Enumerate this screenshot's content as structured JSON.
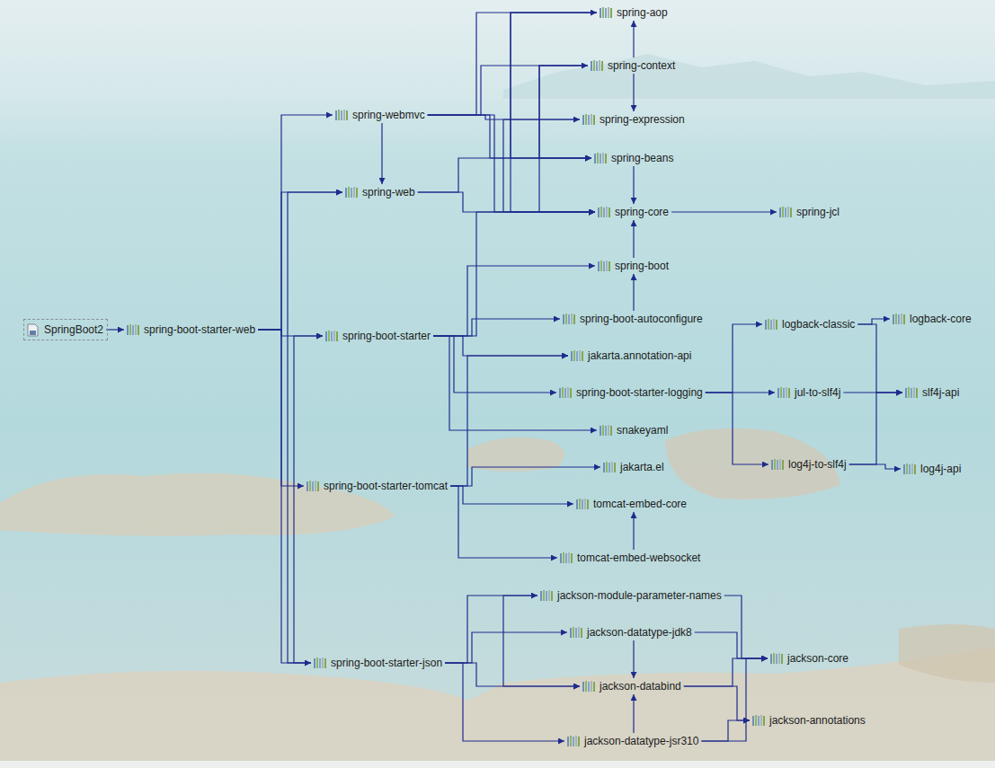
{
  "diagram": {
    "nodes": [
      {
        "text": [
          "SpringBoot2"
        ]
      },
      {
        "text": [
          "spring-boot-starter-web"
        ]
      },
      {
        "text": [
          "spring-webmvc"
        ]
      },
      {
        "text": [
          "spring-web"
        ]
      },
      {
        "text": [
          "spring-boot-starter"
        ]
      },
      {
        "text": [
          "spring-boot-starter-tomcat"
        ]
      },
      {
        "text": [
          "spring-boot-starter-json"
        ]
      },
      {
        "text": [
          "spring-aop"
        ]
      },
      {
        "text": [
          "spring-context"
        ]
      },
      {
        "text": [
          "spring-expression"
        ]
      },
      {
        "text": [
          "spring-beans"
        ]
      },
      {
        "text": [
          "spring-core"
        ]
      },
      {
        "text": [
          "spring-jcl"
        ]
      },
      {
        "text": [
          "spring-boot"
        ]
      },
      {
        "text": [
          "spring-boot-autoconfigure"
        ]
      },
      {
        "text": [
          "jakarta.annotation-api"
        ]
      },
      {
        "text": [
          "spring-boot-starter-logging"
        ]
      },
      {
        "text": [
          "snakeyaml"
        ]
      },
      {
        "text": [
          "jakarta.el"
        ]
      },
      {
        "text": [
          "tomcat-embed-core"
        ]
      },
      {
        "text": [
          "tomcat-embed-websocket"
        ]
      },
      {
        "text": [
          "logback-classic"
        ]
      },
      {
        "text": [
          "logback-core"
        ]
      },
      {
        "text": [
          "jul-to-slf4j"
        ]
      },
      {
        "text": [
          "slf4j-api"
        ]
      },
      {
        "text": [
          "log4j-to-slf4j"
        ]
      },
      {
        "text": [
          "log4j-api"
        ]
      },
      {
        "text": [
          "jackson-module-parameter-names"
        ]
      },
      {
        "text": [
          "jackson-datatype-jdk8"
        ]
      },
      {
        "text": [
          "jackson-core"
        ]
      },
      {
        "text": [
          "jackson-databind"
        ]
      },
      {
        "text": [
          "jackson-annotations"
        ]
      },
      {
        "text": [
          "jackson-datatype-jsr310"
        ]
      }
    ],
    "edges": [
      {
        "from": 0,
        "to": 1,
        "arrow": "to"
      },
      {
        "from": 1,
        "to": 2,
        "arrow": "to"
      },
      {
        "from": 1,
        "to": 3,
        "arrow": "to"
      },
      {
        "from": 1,
        "to": 4,
        "arrow": "to"
      },
      {
        "from": 1,
        "to": 5,
        "arrow": "to"
      },
      {
        "from": 1,
        "to": 6,
        "arrow": "to"
      },
      {
        "from": 2,
        "to": 7,
        "arrow": "to"
      },
      {
        "from": 2,
        "to": 8,
        "arrow": "to"
      },
      {
        "from": 2,
        "to": 9,
        "arrow": "to"
      },
      {
        "from": 2,
        "to": 10,
        "arrow": "to"
      },
      {
        "from": 2,
        "to": 11,
        "arrow": "to"
      },
      {
        "from": 2,
        "to": 3,
        "arrow": "to"
      },
      {
        "from": 3,
        "to": 10,
        "arrow": "to"
      },
      {
        "from": 3,
        "to": 11,
        "arrow": "to"
      },
      {
        "from": 4,
        "to": 13,
        "arrow": "to"
      },
      {
        "from": 4,
        "to": 14,
        "arrow": "to"
      },
      {
        "from": 4,
        "to": 15,
        "arrow": "to"
      },
      {
        "from": 4,
        "to": 16,
        "arrow": "to"
      },
      {
        "from": 4,
        "to": 11,
        "arrow": "to"
      },
      {
        "from": 4,
        "to": 17,
        "arrow": "to"
      },
      {
        "from": 5,
        "to": 15,
        "arrow": "to"
      },
      {
        "from": 5,
        "to": 18,
        "arrow": "to"
      },
      {
        "from": 5,
        "to": 19,
        "arrow": "to"
      },
      {
        "from": 5,
        "to": 20,
        "arrow": "to"
      },
      {
        "from": 6,
        "to": 4,
        "arrow": "to"
      },
      {
        "from": 6,
        "to": 3,
        "arrow": "to"
      },
      {
        "from": 6,
        "to": 27,
        "arrow": "to"
      },
      {
        "from": 6,
        "to": 28,
        "arrow": "to"
      },
      {
        "from": 6,
        "to": 30,
        "arrow": "to"
      },
      {
        "from": 6,
        "to": 32,
        "arrow": "to"
      },
      {
        "from": 7,
        "to": 10,
        "arrow": "to"
      },
      {
        "from": 7,
        "to": 11,
        "arrow": "to"
      },
      {
        "from": 8,
        "to": 7,
        "arrow": "to"
      },
      {
        "from": 8,
        "to": 9,
        "arrow": "to"
      },
      {
        "from": 8,
        "to": 10,
        "arrow": "to"
      },
      {
        "from": 8,
        "to": 11,
        "arrow": "to"
      },
      {
        "from": 9,
        "to": 11,
        "arrow": "to"
      },
      {
        "from": 10,
        "to": 11,
        "arrow": "to"
      },
      {
        "from": 11,
        "to": 12,
        "arrow": "to"
      },
      {
        "from": 13,
        "to": 11,
        "arrow": "to"
      },
      {
        "from": 14,
        "to": 13,
        "arrow": "to"
      },
      {
        "from": 16,
        "to": 21,
        "arrow": "to"
      },
      {
        "from": 16,
        "to": 23,
        "arrow": "to"
      },
      {
        "from": 16,
        "to": 25,
        "arrow": "to"
      },
      {
        "from": 20,
        "to": 19,
        "arrow": "to"
      },
      {
        "from": 21,
        "to": 22,
        "arrow": "to"
      },
      {
        "from": 21,
        "to": 24,
        "arrow": "to"
      },
      {
        "from": 23,
        "to": 24,
        "arrow": "to"
      },
      {
        "from": 25,
        "to": 24,
        "arrow": "to"
      },
      {
        "from": 25,
        "to": 26,
        "arrow": "to"
      },
      {
        "from": 27,
        "to": 29,
        "arrow": "to"
      },
      {
        "from": 27,
        "to": 30,
        "arrow": "to"
      },
      {
        "from": 28,
        "to": 29,
        "arrow": "to"
      },
      {
        "from": 28,
        "to": 30,
        "arrow": "to"
      },
      {
        "from": 30,
        "to": 29,
        "arrow": "to"
      },
      {
        "from": 30,
        "to": 31,
        "arrow": "to"
      },
      {
        "from": 32,
        "to": 29,
        "arrow": "to"
      },
      {
        "from": 32,
        "to": 30,
        "arrow": "to"
      },
      {
        "from": 32,
        "to": 31,
        "arrow": "to"
      }
    ]
  }
}
